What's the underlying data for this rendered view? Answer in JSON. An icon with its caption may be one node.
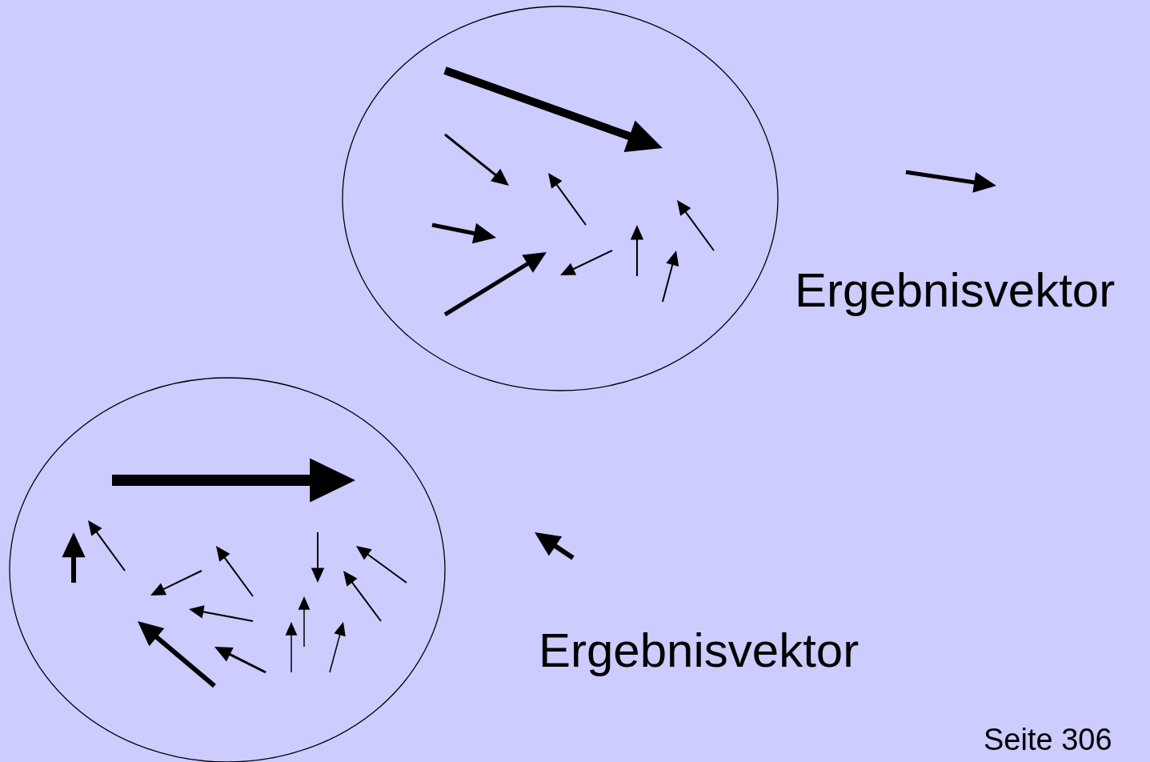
{
  "diagram": {
    "labels": [
      "Ergebnisvektor",
      "Ergebnisvektor",
      "Seite 306"
    ]
  }
}
